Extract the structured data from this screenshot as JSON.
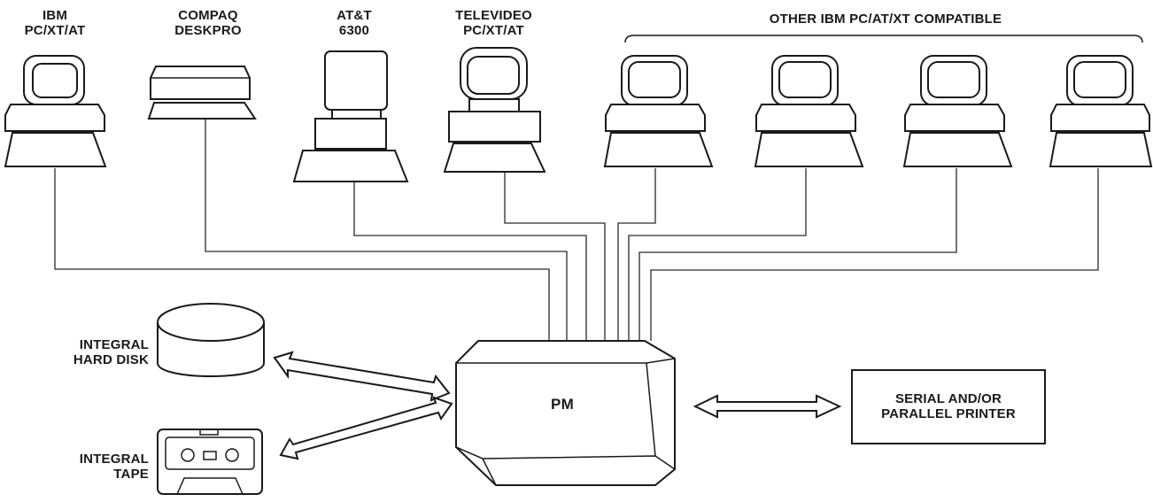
{
  "computers": [
    {
      "label_lines": [
        "IBM",
        "PC/XT/AT"
      ]
    },
    {
      "label_lines": [
        "COMPAQ",
        "DESKPRO"
      ]
    },
    {
      "label_lines": [
        "AT&T",
        "6300"
      ]
    },
    {
      "label_lines": [
        "TELEVIDEO",
        "PC/XT/AT"
      ]
    }
  ],
  "compatible_group_label": "OTHER IBM PC/AT/XT COMPATIBLE",
  "central_unit_label": "PM",
  "hard_disk_label": [
    "INTEGRAL",
    "HARD DISK"
  ],
  "tape_label": [
    "INTEGRAL",
    "TAPE"
  ],
  "printer_label": [
    "SERIAL AND/OR",
    "PARALLEL PRINTER"
  ]
}
